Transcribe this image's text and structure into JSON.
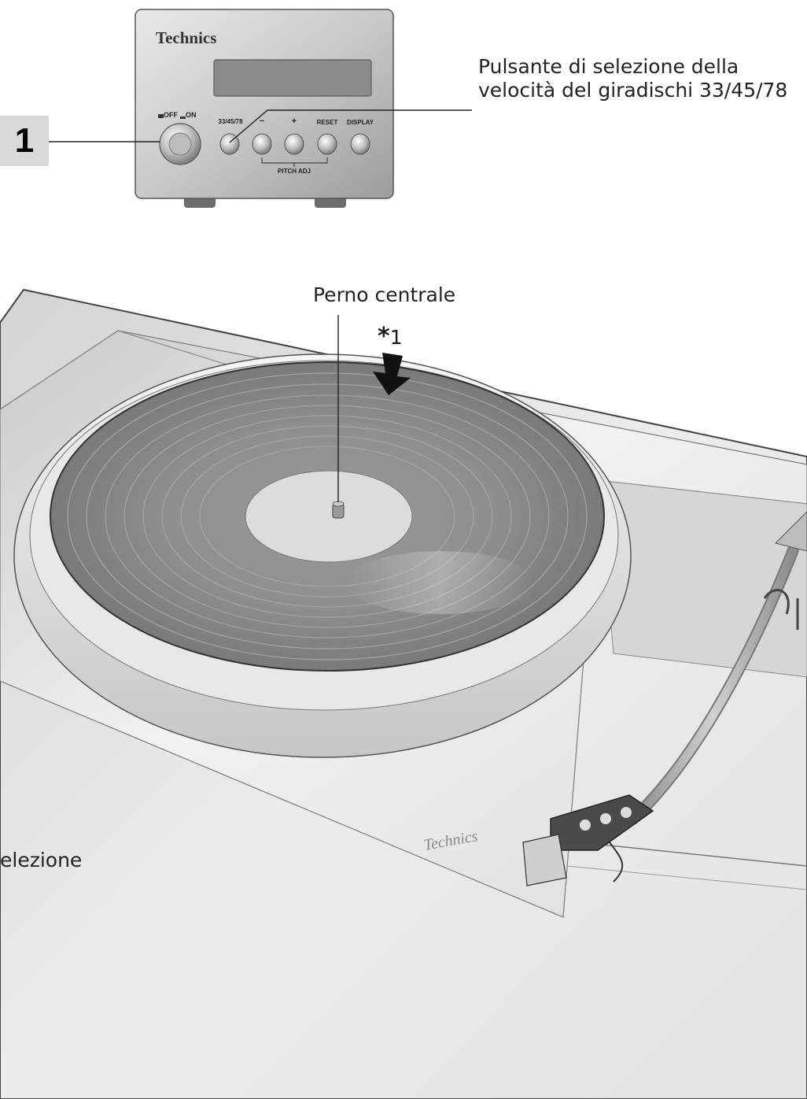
{
  "step": {
    "number": "1"
  },
  "control_unit": {
    "brand": "Technics",
    "power_labels": {
      "off": "OFF",
      "on": "ON"
    },
    "buttons": [
      {
        "label": "33/45/78"
      },
      {
        "label": "−"
      },
      {
        "label": "+"
      },
      {
        "label": "RESET"
      },
      {
        "label": "DISPLAY"
      }
    ],
    "pitch_label": "PITCH ADJ"
  },
  "callouts": {
    "speed_selector": "Pulsante di selezione della velocità del giradischi 33/45/78",
    "center_spindle": "Perno centrale",
    "asterisk_note": "1",
    "bottom_partial": "elezione"
  },
  "turntable": {
    "plinth_brand": "Technics"
  }
}
